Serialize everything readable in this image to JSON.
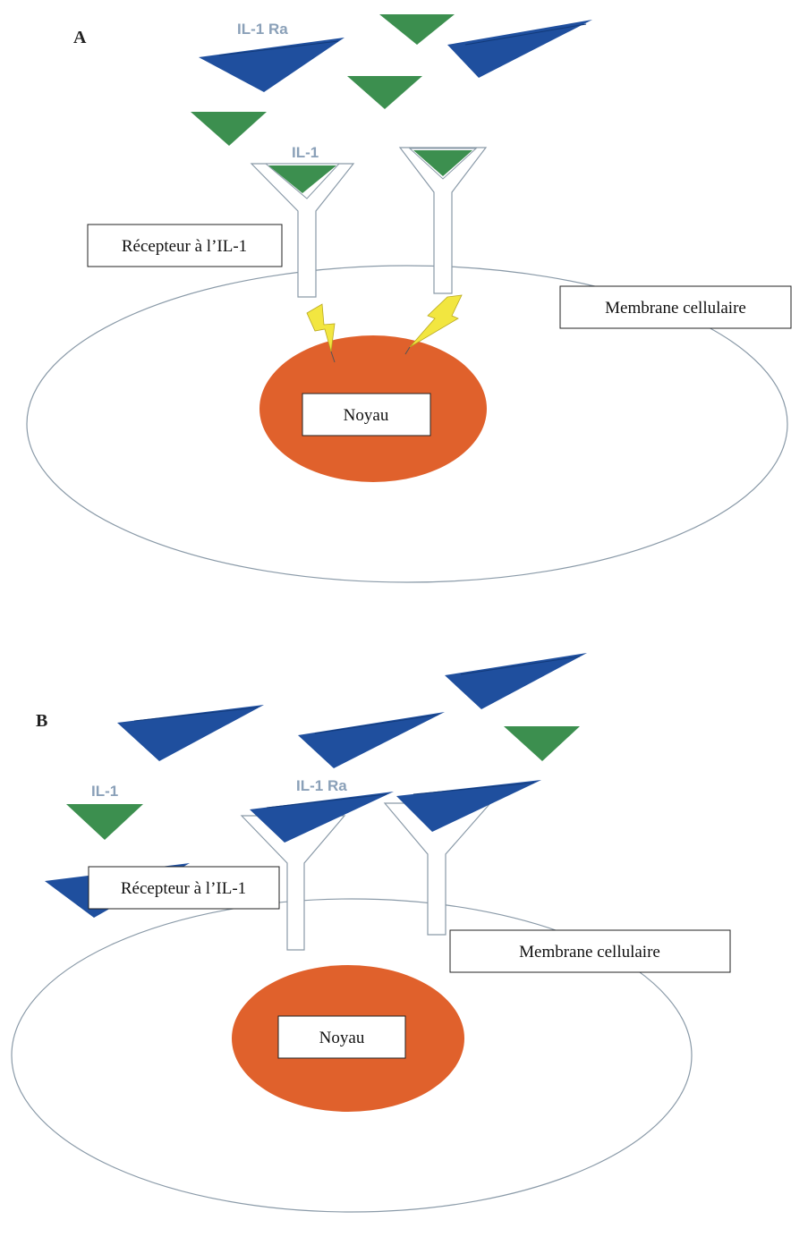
{
  "colors": {
    "il1": "#3c8f4f",
    "il1ra": "#1f4f9e",
    "nucleus": "#e0612c",
    "membrane": "#8a9aa8",
    "signal": "#f2e640"
  },
  "panel_a": {
    "letter": "A",
    "il1ra_label": "IL-1 Ra",
    "il1_label": "IL-1",
    "receptor_label": "Récepteur à l’IL-1",
    "membrane_label": "Membrane cellulaire",
    "nucleus_label": "Noyau"
  },
  "panel_b": {
    "letter": "B",
    "il1_label": "IL-1",
    "il1ra_label": "IL-1 Ra",
    "receptor_label": "Récepteur à l’IL-1",
    "membrane_label": "Membrane cellulaire",
    "nucleus_label": "Noyau"
  }
}
